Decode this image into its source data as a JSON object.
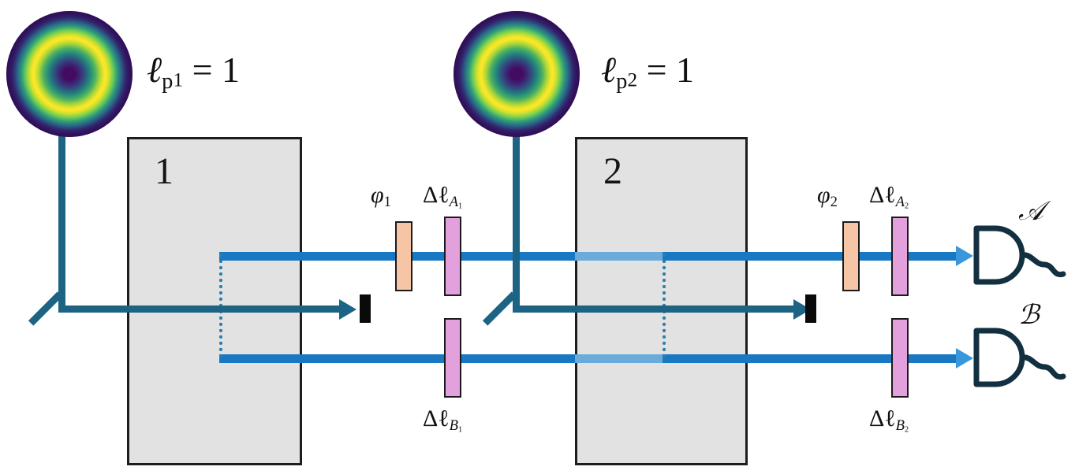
{
  "figure": {
    "type": "optics-schematic",
    "description": "Two-crystal path-identity interferometer with orbital angular momentum mode shifters"
  },
  "sources": [
    {
      "name": "pump-source-1",
      "icon": "donut-beam-icon",
      "label": "ℓ",
      "sub": "p",
      "subsub": "1",
      "value": "= 1",
      "full_label": "ℓp₁ = 1"
    },
    {
      "name": "pump-source-2",
      "icon": "donut-beam-icon",
      "label": "ℓ",
      "sub": "p",
      "subsub": "2",
      "value": "= 1",
      "full_label": "ℓp₂ = 1"
    }
  ],
  "crystals": [
    {
      "name": "crystal-1",
      "label": "1"
    },
    {
      "name": "crystal-2",
      "label": "2"
    }
  ],
  "plates": [
    {
      "name": "phase-shifter-1",
      "kind": "phase",
      "sym": "φ",
      "sub": "1",
      "subsub": "",
      "full": "φ₁"
    },
    {
      "name": "mode-shifter-a1",
      "kind": "mode",
      "sym": "Δℓ",
      "sub": "A",
      "subsub": "1",
      "full": "Δℓ_A₁"
    },
    {
      "name": "mode-shifter-b1",
      "kind": "mode",
      "sym": "Δℓ",
      "sub": "B",
      "subsub": "1",
      "full": "Δℓ_B₁"
    },
    {
      "name": "phase-shifter-2",
      "kind": "phase",
      "sym": "φ",
      "sub": "2",
      "subsub": "",
      "full": "φ₂"
    },
    {
      "name": "mode-shifter-a2",
      "kind": "mode",
      "sym": "Δℓ",
      "sub": "A",
      "subsub": "2",
      "full": "Δℓ_A₂"
    },
    {
      "name": "mode-shifter-b2",
      "kind": "mode",
      "sym": "Δℓ",
      "sub": "B",
      "subsub": "2",
      "full": "Δℓ_B₂"
    }
  ],
  "detectors": [
    {
      "name": "detector-a",
      "label": "𝒜",
      "fallback": "A"
    },
    {
      "name": "detector-b",
      "label": "ℬ",
      "fallback": "B"
    }
  ],
  "colors": {
    "signal_beam": "#1878c4",
    "signal_beam_faded": "#6aabdc",
    "pump_beam": "#1d6384",
    "crystal_fill": "#e2e2e2",
    "crystal_border": "#1d1d1d",
    "phase_plate": "#f5c5a5",
    "mode_plate": "#e2a0dd",
    "detector_stroke": "#12303f",
    "blocker": "#0a0a0a",
    "donut_center": "#3b0f63",
    "donut_ring": "#fde725",
    "background": "#ffffff"
  }
}
